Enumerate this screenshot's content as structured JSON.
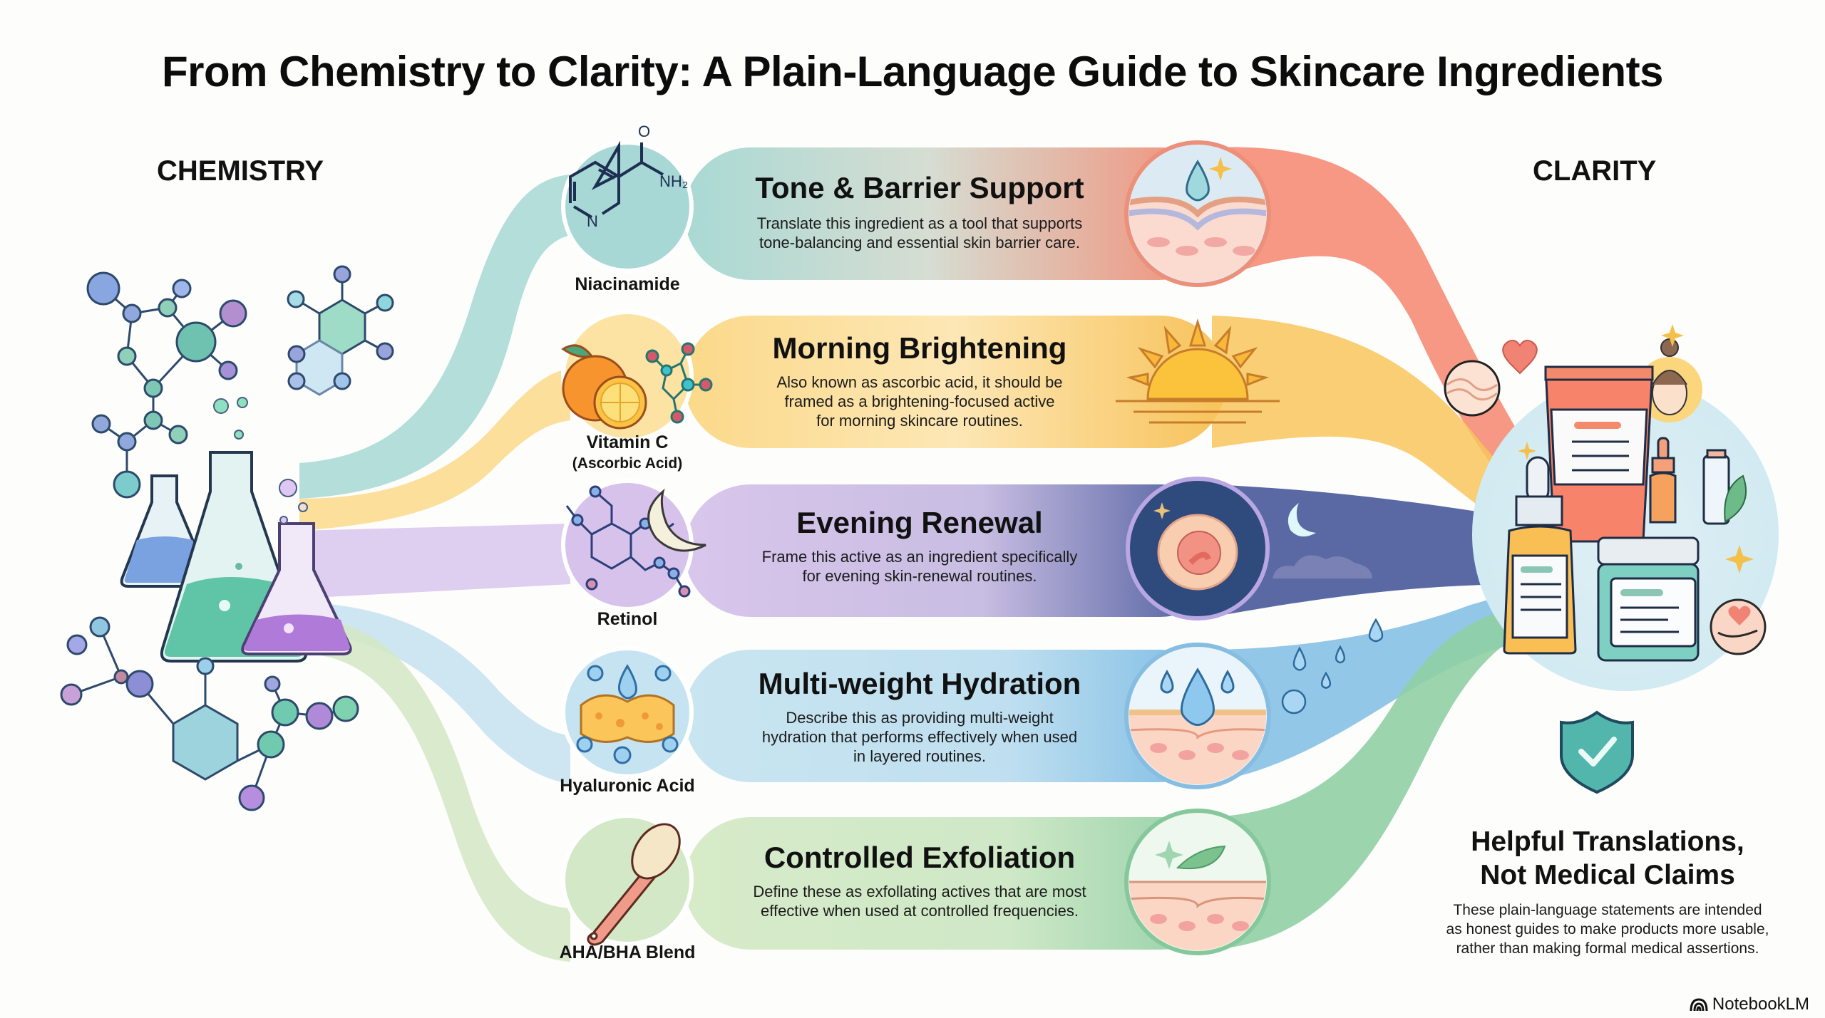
{
  "title": "From Chemistry to Clarity: A Plain-Language Guide to Skincare Ingredients",
  "columns": {
    "left": "CHEMISTRY",
    "right": "CLARITY"
  },
  "rows": [
    {
      "ingredient": "Niacinamide",
      "ingredient_sub": "",
      "ingredient_icon": "niacinamide-molecule-icon",
      "heading": "Tone & Barrier Support",
      "description": [
        "Translate this ingredient as a tool that supports",
        "tone-balancing and essential skin barrier care."
      ],
      "result_icon": "skin-barrier-droplet-icon",
      "color": "#9fd3cf",
      "accent": "#f28b74"
    },
    {
      "ingredient": "Vitamin C",
      "ingredient_sub": "(Ascorbic Acid)",
      "ingredient_icon": "orange-molecule-icon",
      "heading": "Morning Brightening",
      "description": [
        "Also known as ascorbic acid, it should be",
        "framed as a brightening-focused active",
        "for morning skincare routines."
      ],
      "result_icon": "rising-sun-icon",
      "color": "#fbdc8e",
      "accent": "#f6b93b"
    },
    {
      "ingredient": "Retinol",
      "ingredient_sub": "",
      "ingredient_icon": "retinol-molecule-moon-icon",
      "heading": "Evening Renewal",
      "description": [
        "Frame this active as an ingredient specifically",
        "for evening skin-renewal routines."
      ],
      "result_icon": "night-cell-icon",
      "color": "#d6c4ea",
      "accent": "#4e5f9c"
    },
    {
      "ingredient": "Hyaluronic Acid",
      "ingredient_sub": "",
      "ingredient_icon": "sponge-droplets-icon",
      "heading": "Multi-weight Hydration",
      "description": [
        "Describe this as providing multi-weight",
        "hydration that performs effectively when used",
        "in layered routines."
      ],
      "result_icon": "skin-hydration-droplets-icon",
      "color": "#c5e2ef",
      "accent": "#7fbde3"
    },
    {
      "ingredient": "AHA/BHA Blend",
      "ingredient_sub": "",
      "ingredient_icon": "exfoliating-brush-icon",
      "heading": "Controlled Exfoliation",
      "description": [
        "Define these as exfollating actives that are most",
        "effective when used at controlled frequencies."
      ],
      "result_icon": "skin-leaf-sparkle-icon",
      "color": "#d3e8c4",
      "accent": "#8ccca0"
    }
  ],
  "footer": {
    "heading": [
      "Helpful Translations,",
      "Not Medical Claims"
    ],
    "description": [
      "These plain-language statements are intended",
      "as honest guides to make products more usable,",
      "rather than making formal medical assertions."
    ]
  },
  "brand": "NotebookLM"
}
